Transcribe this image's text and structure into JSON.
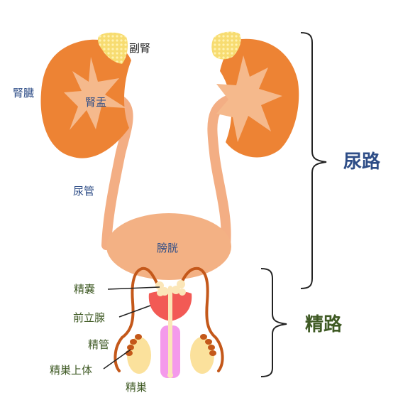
{
  "labels": {
    "adrenal": "副腎",
    "kidney": "腎臓",
    "renal_pelvis": "腎盂",
    "ureter": "尿管",
    "bladder": "膀胱",
    "seminal_vesicle": "精嚢",
    "prostate": "前立腺",
    "vas_deferens": "精管",
    "epididymis": "精巣上体",
    "testis": "精巣",
    "urinary_tract": "尿路",
    "seminal_tract": "精路"
  },
  "colors": {
    "kidney": "#ed8334",
    "pelvis": "#f5b98c",
    "ureter": "#f3ae84",
    "bladder": "#f3b184",
    "adrenal": "#f7dc71",
    "prostate": "#f25a55",
    "vas_deferens": "#c4581a",
    "testis": "#fbe19c",
    "urethra": "#f49aeb",
    "seminal": "#fbe6b8",
    "label_blue": "#2e4d87",
    "label_green": "#3f5a24"
  }
}
